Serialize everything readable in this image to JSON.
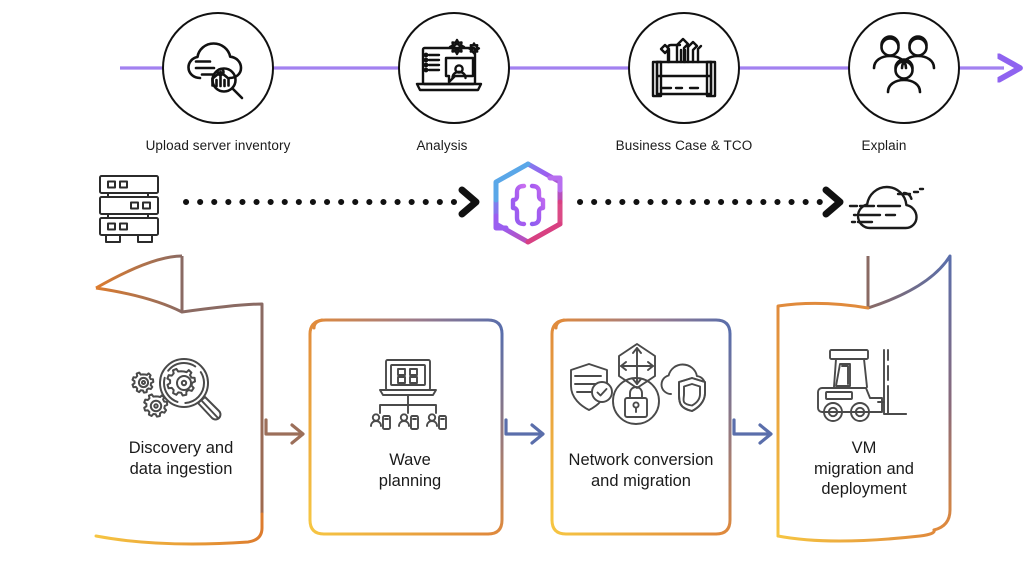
{
  "diagram": {
    "title": "Server migration workflow diagram",
    "colors": {
      "timeline_line": "#a281f0",
      "timeline_stroke": "#111111",
      "dotted_arrow": "#111111",
      "hex_blue": "#5aa7e8",
      "hex_purple": "#9b5ef0",
      "hex_pink": "#d9407f",
      "card_orange": "#e08a3c",
      "card_yellow": "#f5b731",
      "card_blue": "#5a6eab",
      "card_brown": "#8a6a63",
      "arrow_brown": "#9c6f5a",
      "arrow_blue": "#5a6eab",
      "icon_gray": "#4a4a4a"
    }
  },
  "timeline": {
    "name": "process-timeline",
    "arrow_direction": "right",
    "steps": [
      {
        "id": "upload-server-inventory",
        "label": "Upload server inventory",
        "icon": "cloud-search-icon"
      },
      {
        "id": "analysis",
        "label": "Analysis",
        "icon": "laptop-gears-icon"
      },
      {
        "id": "business-case-tco",
        "label": "Business Case & TCO",
        "icon": "toolbox-icon"
      },
      {
        "id": "explain",
        "label": "Explain",
        "icon": "people-group-icon"
      }
    ]
  },
  "migration_flow": {
    "name": "on-prem-to-cloud-flow",
    "source": {
      "id": "server-rack",
      "icon": "server-rack-icon",
      "label": ""
    },
    "engine": {
      "id": "migration-engine",
      "icon": "hexagon-refresh-icon",
      "label": ""
    },
    "target": {
      "id": "cloud",
      "icon": "cloud-icon",
      "label": ""
    },
    "connector_style": "dotted-arrow"
  },
  "stages": {
    "name": "migration-stages",
    "items": [
      {
        "id": "discovery-and-data-ingestion",
        "label": "Discovery and\ndata ingestion",
        "icon": "magnifier-gears-icon",
        "shape": "scroll-left"
      },
      {
        "id": "wave-planning",
        "label": "Wave\nplanning",
        "icon": "laptop-org-chart-icon",
        "shape": "rounded-rect"
      },
      {
        "id": "network-conversion-migration",
        "label": "Network conversion\nand migration",
        "icon": "security-cluster-icon",
        "shape": "rounded-rect"
      },
      {
        "id": "vm-migration-deployment",
        "label": "VM\nmigration and\ndeployment",
        "icon": "forklift-icon",
        "shape": "scroll-right"
      }
    ],
    "connectors": [
      {
        "id": "stage-arrow-1",
        "from": "discovery-and-data-ingestion",
        "to": "wave-planning",
        "color": "#9c6f5a"
      },
      {
        "id": "stage-arrow-2",
        "from": "wave-planning",
        "to": "network-conversion-migration",
        "color": "#5a6eab"
      },
      {
        "id": "stage-arrow-3",
        "from": "network-conversion-migration",
        "to": "vm-migration-deployment",
        "color": "#5a6eab"
      }
    ]
  }
}
